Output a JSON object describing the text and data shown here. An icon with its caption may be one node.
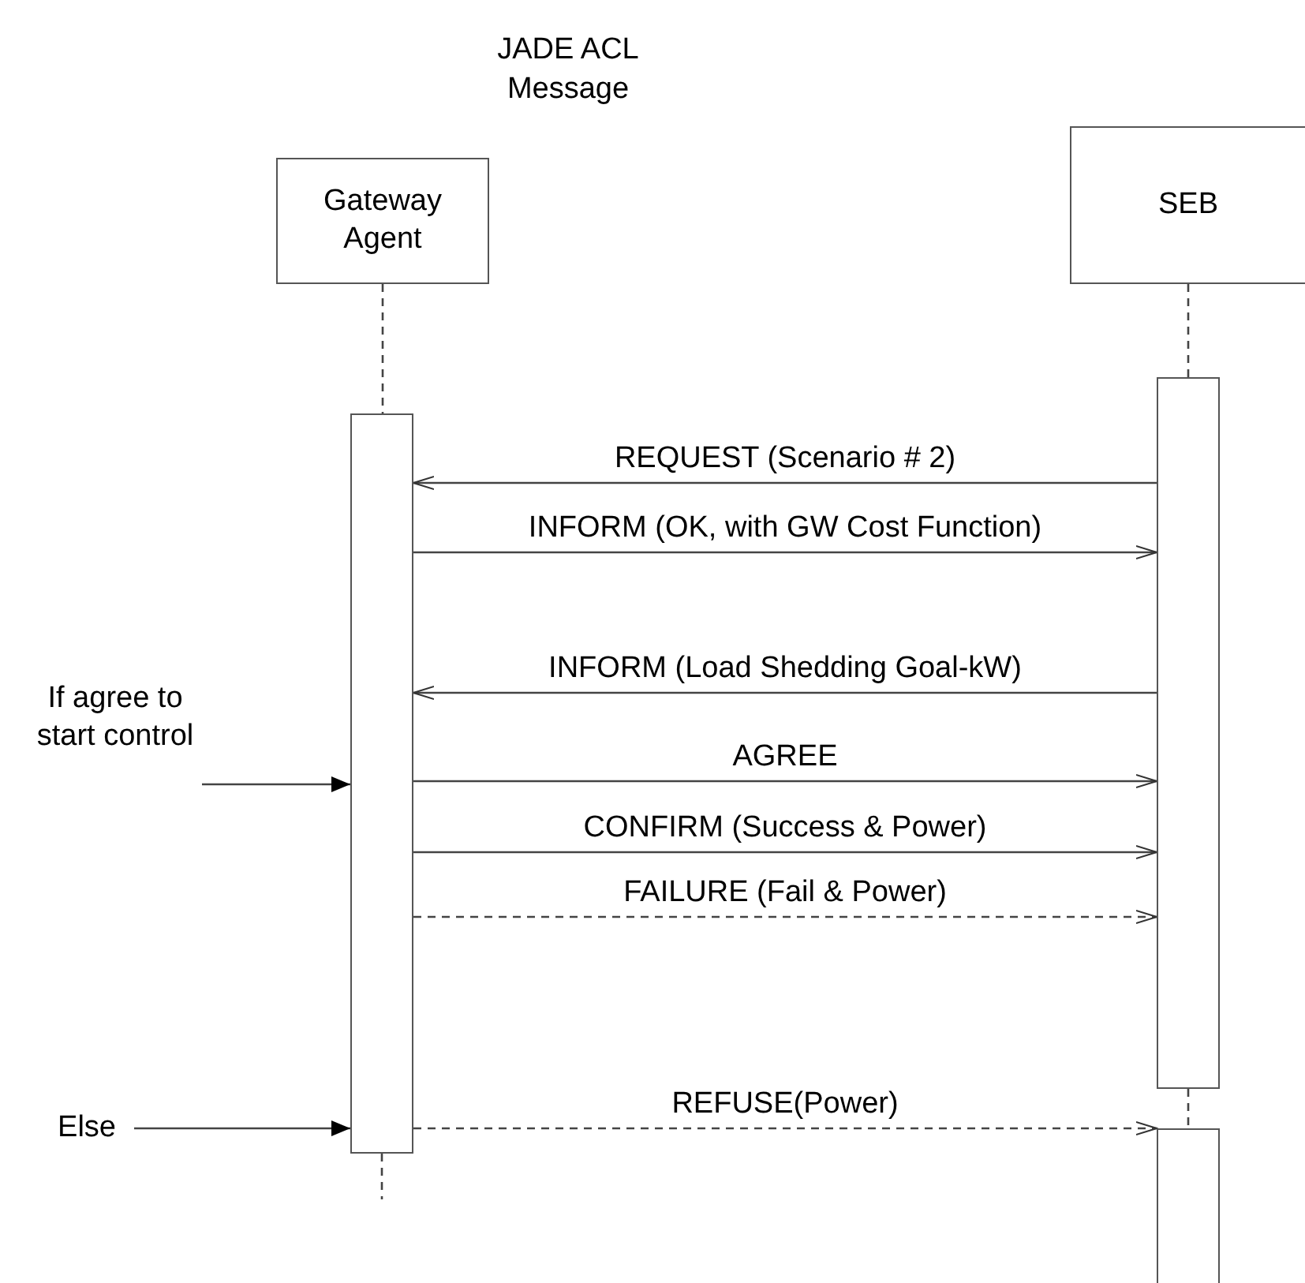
{
  "diagram": {
    "title": "JADE ACL Message",
    "nodes": [
      {
        "text": [
          "Gateway Agent"
        ]
      },
      {
        "text": [
          "SEB"
        ]
      },
      {
        "text": [],
        "shape": "bar"
      },
      {
        "text": [],
        "shape": "bar"
      },
      {
        "text": [],
        "shape": "bar"
      },
      {
        "text": [
          "If agree to start control"
        ]
      },
      {
        "text": [
          "Else"
        ]
      }
    ],
    "edges": [
      {
        "from": 0,
        "to": 2,
        "arrow": "none",
        "style": "dashed"
      },
      {
        "from": 1,
        "to": 3,
        "arrow": "none",
        "style": "dashed"
      },
      {
        "from": 3,
        "to": 4,
        "arrow": "none",
        "style": "dashed"
      },
      {
        "from": 3,
        "to": 2,
        "arrow": "to",
        "label": "REQUEST  (Scenario # 2)"
      },
      {
        "from": 2,
        "to": 3,
        "arrow": "to",
        "label": "INFORM (OK, with GW Cost Function)"
      },
      {
        "from": 3,
        "to": 2,
        "arrow": "to",
        "label": "INFORM (Load Shedding Goal-kW)"
      },
      {
        "from": 2,
        "to": 3,
        "arrow": "to",
        "label": "AGREE"
      },
      {
        "from": 2,
        "to": 3,
        "arrow": "to",
        "label": "CONFIRM (Success & Power)"
      },
      {
        "from": 2,
        "to": 3,
        "arrow": "to",
        "label": "FAILURE (Fail & Power)",
        "style": "dashed"
      },
      {
        "from": 2,
        "to": 4,
        "arrow": "to",
        "label": "REFUSE(Power)",
        "style": "dashed"
      },
      {
        "from": 5,
        "to": 2,
        "arrow": "to"
      },
      {
        "from": 6,
        "to": 2,
        "arrow": "to"
      }
    ]
  }
}
